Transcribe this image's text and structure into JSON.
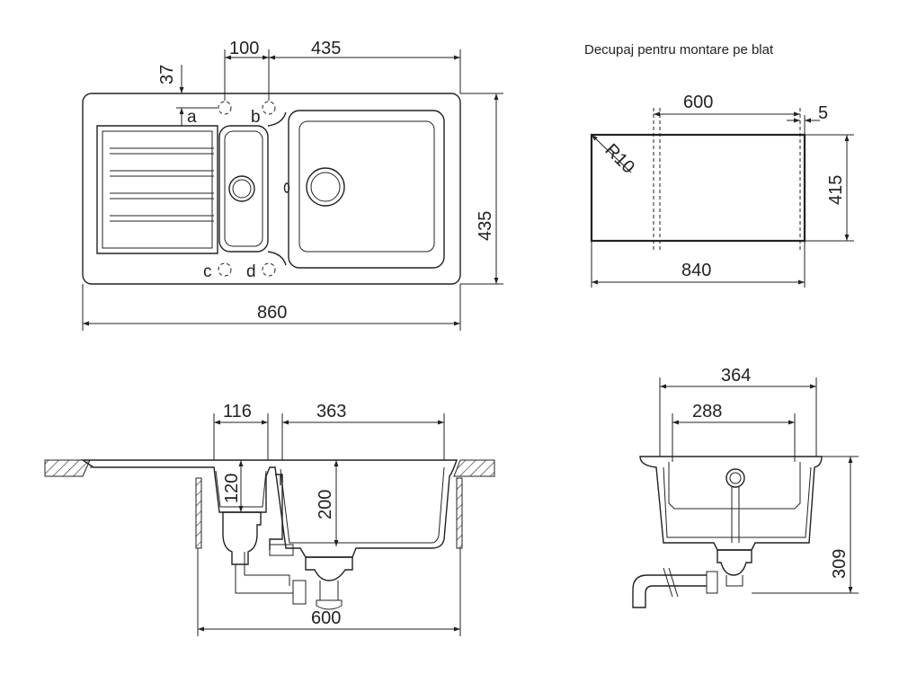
{
  "caption": "Decupaj pentru montare pe blat",
  "top_view": {
    "dims": {
      "d100": "100",
      "d435_top": "435",
      "d37": "37",
      "d435_side": "435",
      "d860": "860"
    },
    "holes": {
      "a": "a",
      "b": "b",
      "c": "c",
      "d": "d"
    }
  },
  "cutout": {
    "dims": {
      "d600": "600",
      "d5": "5",
      "d415": "415",
      "d840": "840",
      "radius": "R10"
    }
  },
  "section": {
    "dims": {
      "d116": "116",
      "d363": "363",
      "d120": "120",
      "d200": "200",
      "d600": "600"
    }
  },
  "side_section": {
    "dims": {
      "d364": "364",
      "d288": "288",
      "d309": "309"
    }
  }
}
